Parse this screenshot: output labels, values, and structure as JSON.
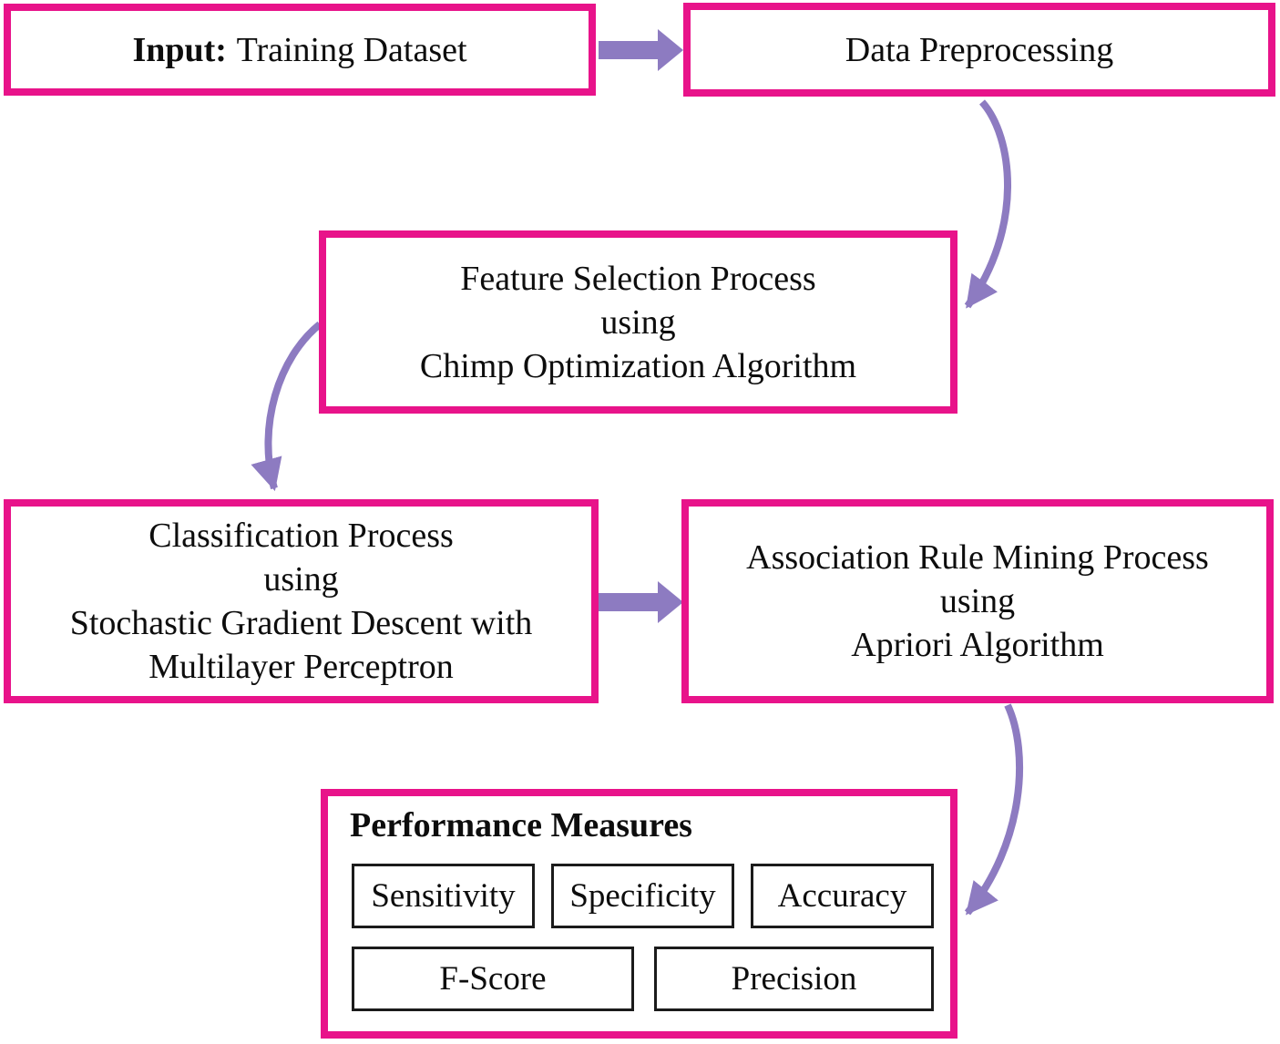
{
  "boxes": {
    "input": {
      "prefix": "Input:",
      "rest": "Training Dataset"
    },
    "preprocessing": {
      "label": "Data Preprocessing"
    },
    "feature_selection": {
      "lines": [
        "Feature Selection Process",
        "using",
        "Chimp Optimization Algorithm"
      ]
    },
    "classification": {
      "lines": [
        "Classification Process",
        "using",
        "Stochastic Gradient Descent with",
        "Multilayer Perceptron"
      ]
    },
    "association": {
      "lines": [
        "Association Rule Mining Process",
        "using",
        "Apriori Algorithm"
      ]
    },
    "performance": {
      "title": "Performance Measures",
      "measures": [
        "Sensitivity",
        "Specificity",
        "Accuracy",
        "F-Score",
        "Precision"
      ]
    }
  },
  "arrows": [
    {
      "name": "input-to-preprocessing",
      "style": "block",
      "direction": "right"
    },
    {
      "name": "preprocessing-to-feature-selection",
      "style": "curved",
      "direction": "down-left"
    },
    {
      "name": "feature-selection-to-classification",
      "style": "curved",
      "direction": "down-left"
    },
    {
      "name": "classification-to-association",
      "style": "block",
      "direction": "right"
    },
    {
      "name": "association-to-performance",
      "style": "curved",
      "direction": "down-left"
    }
  ],
  "colors": {
    "box_border": "#e8138a",
    "arrow": "#8d7bc1",
    "inner_box_border": "#1b1b1b",
    "text": "#0d0d0d",
    "background": "#ffffff"
  }
}
